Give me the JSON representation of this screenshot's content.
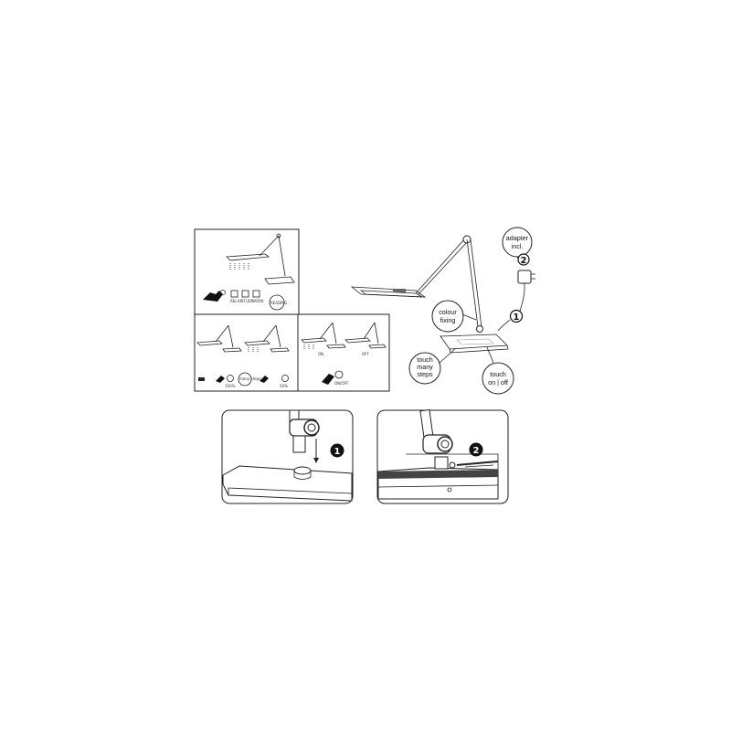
{
  "inset": {
    "modes": [
      "RELAX",
      "STUDY",
      "WORK",
      "READING"
    ],
    "on_off": "ON/OFF",
    "on": "ON",
    "off": "OFF",
    "many_steps": "many steps",
    "step_levels": [
      "100%",
      "50%"
    ]
  },
  "main": {
    "adapter": [
      "adapter",
      "incl."
    ],
    "colour_fixing": [
      "colour",
      "fixing"
    ],
    "touch_many_steps": [
      "touch",
      "many",
      "steps"
    ],
    "touch_on_off": [
      "touch",
      "on | off"
    ],
    "step1": "1",
    "step2": "2"
  },
  "assembly": {
    "step1": "1",
    "step2": "2"
  },
  "colors": {
    "line": "#222222",
    "panel": "#ffffff",
    "badge_fill": "#111111",
    "badge_text": "#ffffff",
    "lamp_dark": "#444444"
  }
}
